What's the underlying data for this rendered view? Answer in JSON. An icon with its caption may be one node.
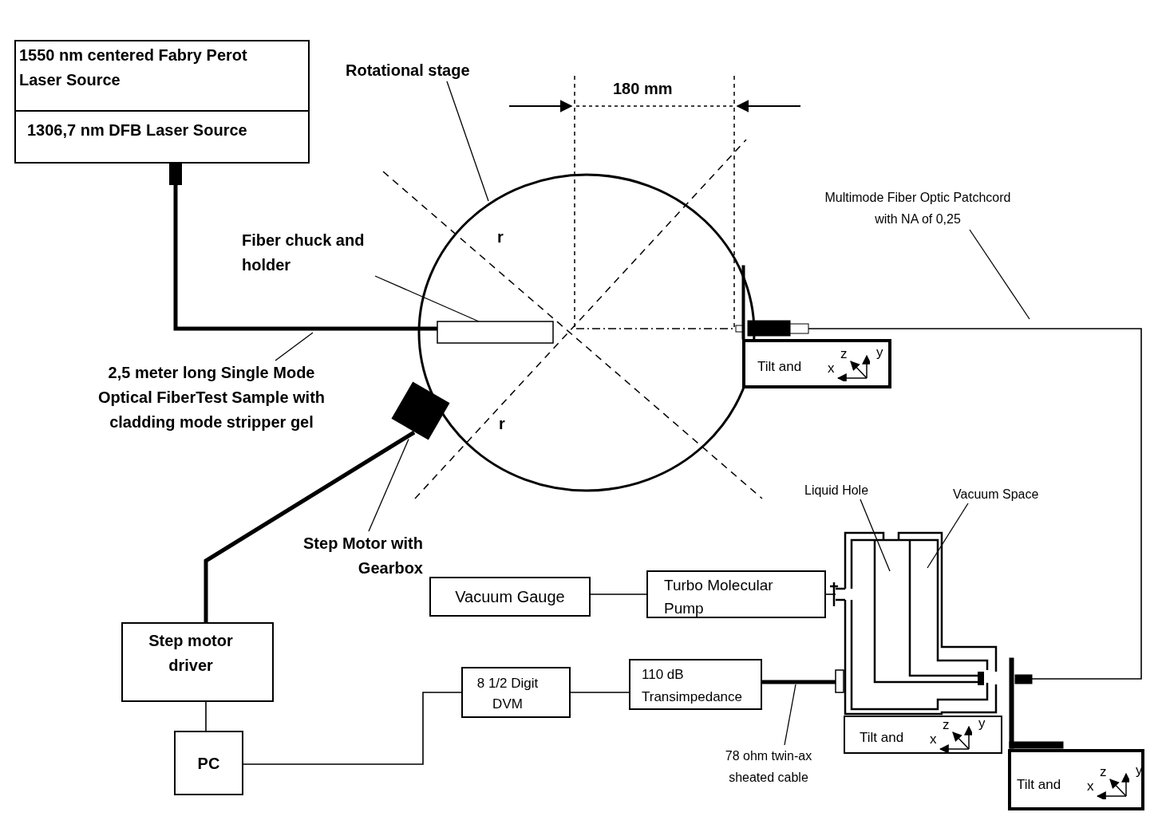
{
  "diagram": {
    "nodes": [
      {
        "text": [
          "1550 nm centered Fabry Perot Laser Source"
        ]
      },
      {
        "text": [
          "1306,7 nm DFB Laser Source"
        ]
      },
      {
        "text": [],
        "shape": "circle"
      },
      {
        "text": [
          "Rotational stage"
        ]
      },
      {
        "text": [
          "Fiber chuck and holder"
        ]
      },
      {
        "text": [],
        "shape": "box",
        "in": 2
      },
      {
        "text": [
          "2,5 meter long Single Mode Optical FiberTest Sample with cladding mode stripper gel"
        ]
      },
      {
        "text": [],
        "shape": "box"
      },
      {
        "text": [
          "Step Motor with Gearbox"
        ]
      },
      {
        "text": [
          "Step motor driver"
        ]
      },
      {
        "text": [
          "PC"
        ]
      },
      {
        "text": [],
        "shape": "bar"
      },
      {
        "text": [
          "Tilt and",
          "x",
          "z",
          "y"
        ]
      },
      {
        "text": [
          "Multimode Fiber Optic Patchcord with NA of 0,25"
        ]
      },
      {
        "text": [
          "Vacuum Gauge"
        ]
      },
      {
        "text": [
          "Turbo Molecular Pump"
        ]
      },
      {
        "text": [
          "Liquid Hole"
        ]
      },
      {
        "text": [
          "Vacuum Space"
        ]
      },
      {
        "text": [],
        "shape": "vessel"
      },
      {
        "text": [
          "Tilt and",
          "x",
          "z",
          "y"
        ]
      },
      {
        "text": [
          "8 1/2 Digit DVM"
        ]
      },
      {
        "text": [
          "110 dB Transimpedance"
        ]
      },
      {
        "text": [
          "78 ohm twin-ax sheated cable"
        ]
      },
      {
        "text": [],
        "shape": "bar"
      },
      {
        "text": [
          "Tilt and",
          "x",
          "z",
          "y"
        ]
      }
    ],
    "edges": [
      {
        "from": 1,
        "to": 5,
        "arrow": "other",
        "style": "thick"
      },
      {
        "from": 11,
        "to": 23,
        "arrow": "none"
      },
      {
        "from": 7,
        "to": 9,
        "arrow": "none",
        "style": "thick"
      },
      {
        "from": 9,
        "to": 10,
        "arrow": "none"
      },
      {
        "from": 10,
        "to": 20,
        "arrow": "none"
      },
      {
        "from": 20,
        "to": 21,
        "arrow": "none"
      },
      {
        "from": 21,
        "to": 18,
        "arrow": "none",
        "style": "thick"
      },
      {
        "from": 14,
        "to": 15,
        "arrow": "none"
      },
      {
        "from": 15,
        "to": 18,
        "arrow": "none"
      },
      {
        "from": 3,
        "to": 2,
        "arrow": "none"
      },
      {
        "from": 4,
        "to": 5,
        "arrow": "none"
      },
      {
        "from": 6,
        "to": null,
        "arrow": "none"
      },
      {
        "from": 8,
        "to": 7,
        "arrow": "none"
      },
      {
        "from": 13,
        "to": null,
        "arrow": "none"
      },
      {
        "from": 16,
        "to": 18,
        "arrow": "none"
      },
      {
        "from": 17,
        "to": 18,
        "arrow": "none"
      },
      {
        "from": 22,
        "to": null,
        "arrow": "none"
      }
    ],
    "labels": [
      "180 mm",
      "r",
      "r"
    ]
  }
}
